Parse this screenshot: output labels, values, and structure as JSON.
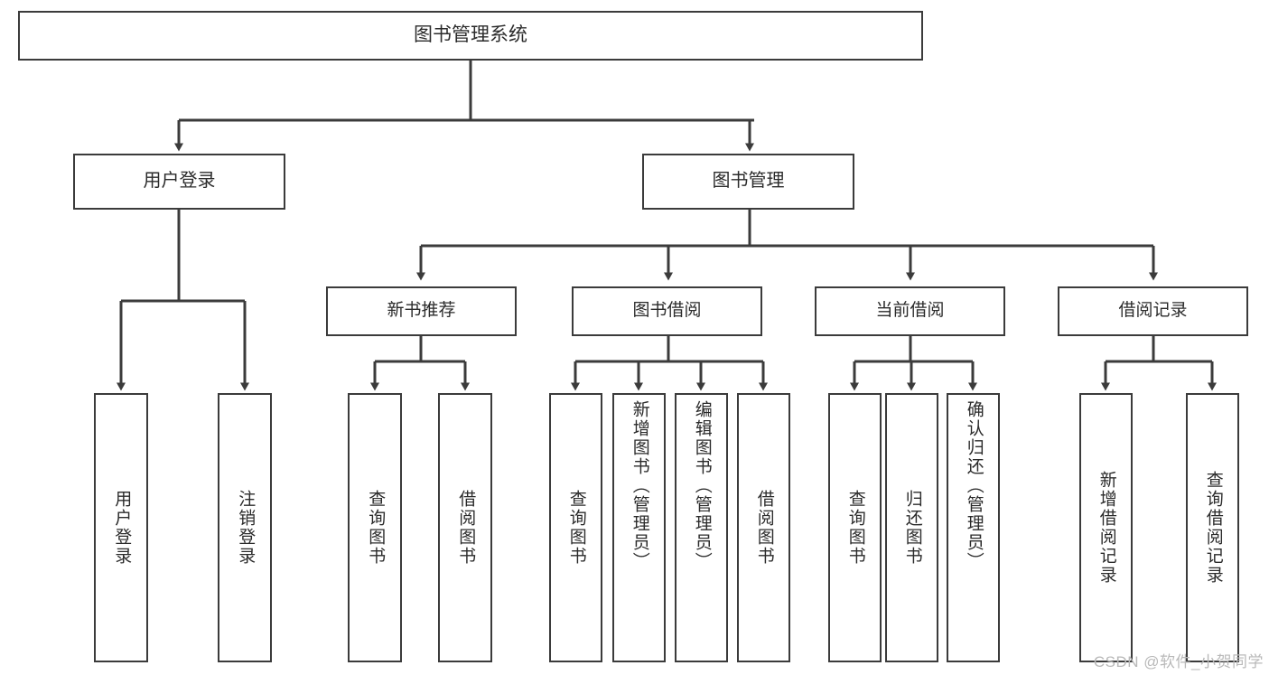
{
  "diagram": {
    "title": "图书管理系统",
    "type": "hierarchy-tree",
    "style": {
      "box_border_color": "#3b3b3b",
      "box_fill_color": "#ffffff",
      "connector_color": "#3b3b3b",
      "text_color": "#2b2b2b",
      "background": "#ffffff"
    },
    "root": {
      "id": "root",
      "label": "图书管理系统"
    },
    "level1": [
      {
        "id": "user-login",
        "label": "用户登录"
      },
      {
        "id": "book-management",
        "label": "图书管理"
      }
    ],
    "level2": [
      {
        "id": "new-book-recommend",
        "label": "新书推荐",
        "parent": "book-management"
      },
      {
        "id": "book-borrow",
        "label": "图书借阅",
        "parent": "book-management"
      },
      {
        "id": "current-borrow",
        "label": "当前借阅",
        "parent": "book-management"
      },
      {
        "id": "borrow-record",
        "label": "借阅记录",
        "parent": "book-management"
      }
    ],
    "leaves": [
      {
        "id": "leaf-user-login",
        "label": "用户登录",
        "parent": "user-login"
      },
      {
        "id": "leaf-user-logout",
        "label": "注销登录",
        "parent": "user-login"
      },
      {
        "id": "leaf-query-book-rec",
        "label": "查询图书",
        "parent": "new-book-recommend"
      },
      {
        "id": "leaf-borrow-book-rec",
        "label": "借阅图书",
        "parent": "new-book-recommend"
      },
      {
        "id": "leaf-query-book-borrow",
        "label": "查询图书",
        "parent": "book-borrow"
      },
      {
        "id": "leaf-add-book",
        "label": "新增图书（管理员）",
        "parent": "book-borrow"
      },
      {
        "id": "leaf-edit-book",
        "label": "编辑图书（管理员）",
        "parent": "book-borrow"
      },
      {
        "id": "leaf-borrow-book",
        "label": "借阅图书",
        "parent": "book-borrow"
      },
      {
        "id": "leaf-query-book-cur",
        "label": "查询图书",
        "parent": "current-borrow"
      },
      {
        "id": "leaf-return-book",
        "label": "归还图书",
        "parent": "current-borrow"
      },
      {
        "id": "leaf-confirm-return",
        "label": "确认归还（管理员）",
        "parent": "current-borrow"
      },
      {
        "id": "leaf-add-record",
        "label": "新增借阅记录",
        "parent": "borrow-record"
      },
      {
        "id": "leaf-query-record",
        "label": "查询借阅记录",
        "parent": "borrow-record"
      }
    ]
  },
  "watermark": {
    "text": "CSDN @软件_小贺同学"
  }
}
